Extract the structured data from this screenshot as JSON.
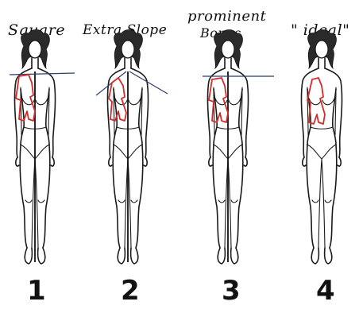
{
  "figures": [
    {
      "label": "Square",
      "number": "1"
    },
    {
      "label": "Extra Slope",
      "number": "2"
    },
    {
      "label": "prominent",
      "label2": "Bones",
      "number": "3"
    },
    {
      "label": "\" ideal\"",
      "number": "4"
    }
  ],
  "colors": {
    "ink": "#1a1a1a",
    "marker": "#d42a2a",
    "guide": "#2b3c6e"
  }
}
